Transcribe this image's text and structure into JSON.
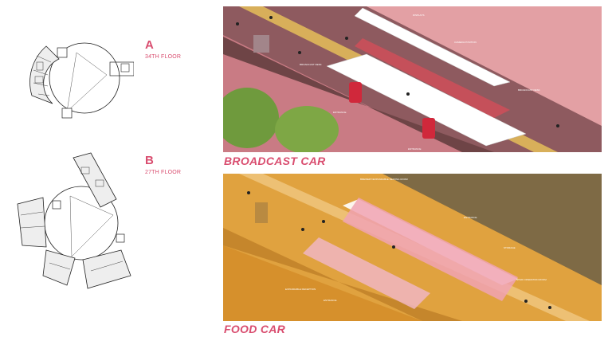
{
  "plans": [
    {
      "letter": "A",
      "floor": "34TH FLOOR"
    },
    {
      "letter": "B",
      "floor": "27TH FLOOR"
    }
  ],
  "broadcast": {
    "title": "BROADCAST CAR",
    "callouts": [
      "DISPLAYS",
      "CAMERA POSITION",
      "BROADCAST DESK",
      "BROADCAST DESK",
      "ENTRANCE",
      "ENTRANCE"
    ]
  },
  "food": {
    "title": "FOOD CAR",
    "callouts": [
      "BREWERY/EXPANDABLE SEATING ROOM",
      "ENTRANCE",
      "STORAGE",
      "EXPANDABLE RECEPTION",
      "ENTRANCE",
      "STAFF OPERATION ROOM"
    ]
  },
  "colors": {
    "accent": "#d94d6f",
    "broadcast_bg": "#c97b84",
    "food_bg": "#e0a23f"
  }
}
